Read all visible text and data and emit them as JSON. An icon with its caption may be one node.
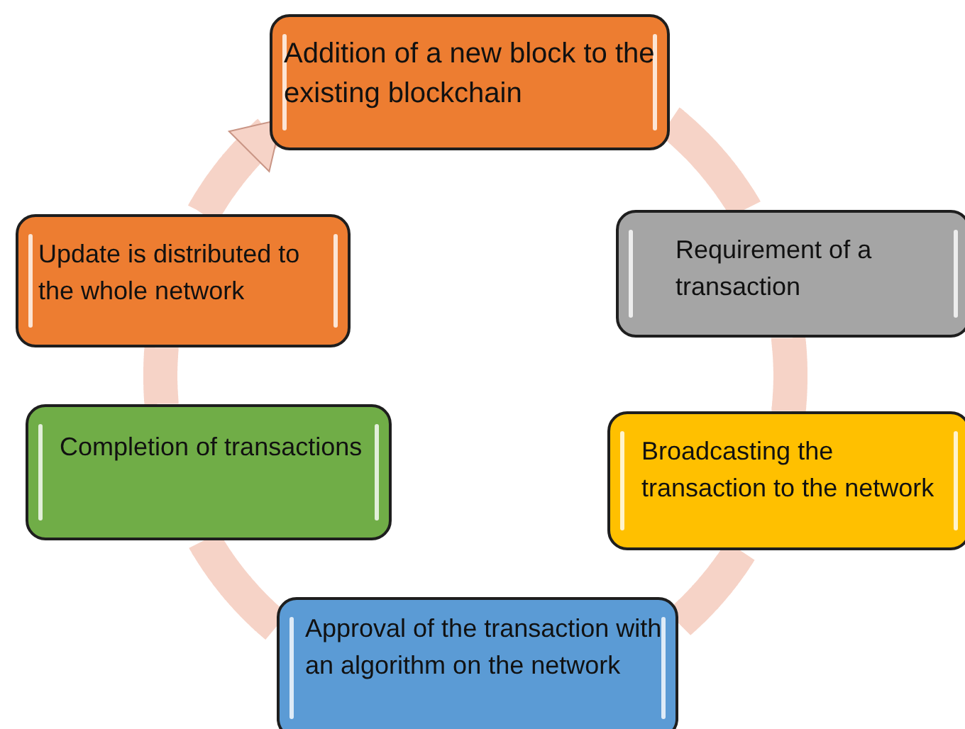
{
  "diagram": {
    "nodes": [
      {
        "text": [
          "Addition of a new block to the existing blockchain"
        ]
      },
      {
        "text": [
          "Requirement of a transaction"
        ]
      },
      {
        "text": [
          "Broadcasting the transaction to the network"
        ]
      },
      {
        "text": [
          "Approval of the transaction with an algorithm on the network"
        ]
      },
      {
        "text": [
          "Completion of transactions"
        ]
      },
      {
        "text": [
          "Update is distributed to the whole network"
        ]
      }
    ],
    "edges": [
      {
        "from": 0,
        "to": 1,
        "arrow": "none"
      },
      {
        "from": 1,
        "to": 2,
        "arrow": "none"
      },
      {
        "from": 2,
        "to": 3,
        "arrow": "none"
      },
      {
        "from": 3,
        "to": 4,
        "arrow": "none"
      },
      {
        "from": 4,
        "to": 5,
        "arrow": "none"
      },
      {
        "from": 5,
        "to": 0,
        "arrow": "to"
      }
    ]
  }
}
